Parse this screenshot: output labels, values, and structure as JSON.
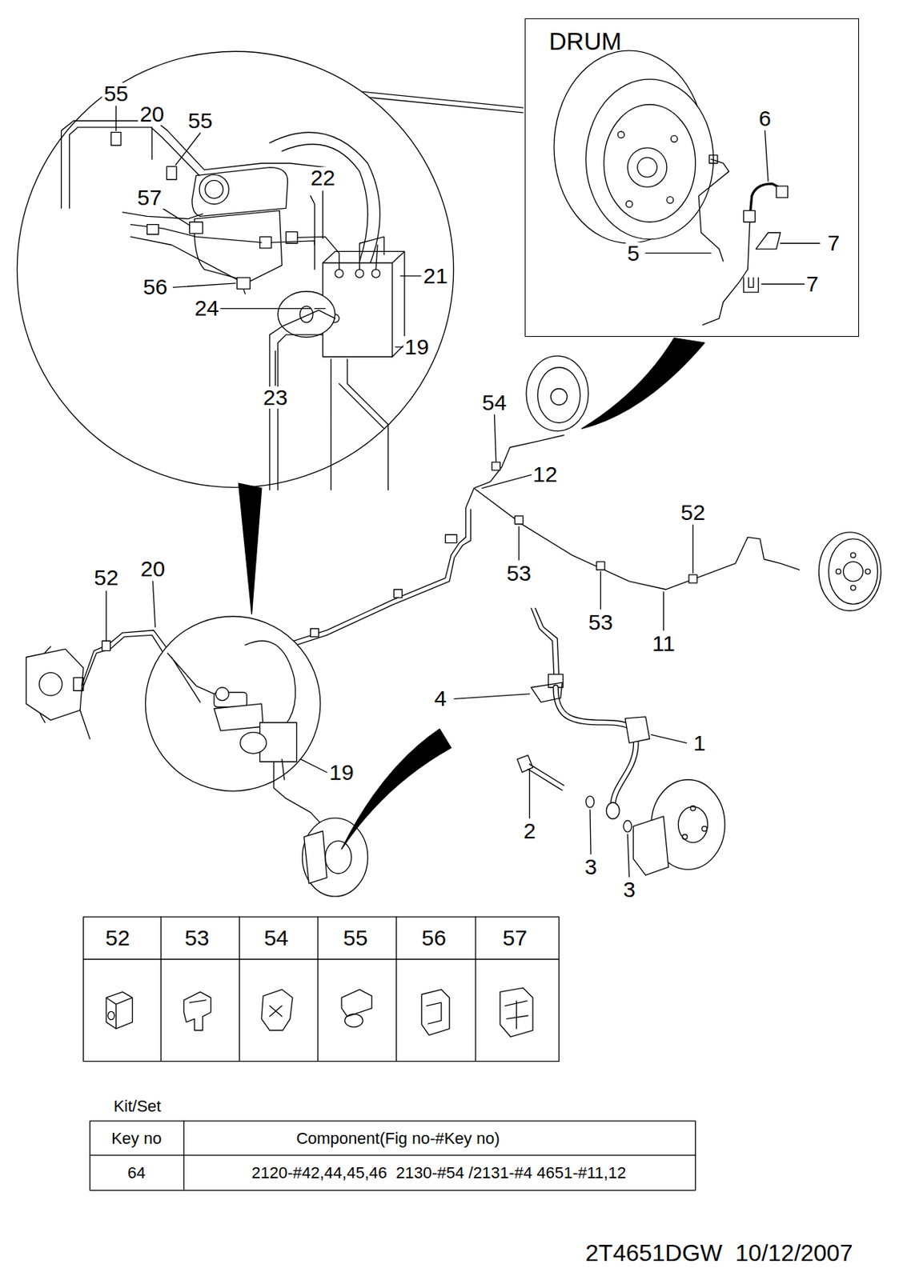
{
  "diagram": {
    "nodes": [
      {
        "text": [
          "DRUM"
        ]
      }
    ],
    "labels": [
      "55",
      "20",
      "55",
      "22",
      "57",
      "21",
      "56",
      "24",
      "19",
      "23",
      "6",
      "7",
      "5",
      "7",
      "54",
      "12",
      "52",
      "53",
      "53",
      "11",
      "52",
      "20",
      "4",
      "1",
      "19",
      "2",
      "3",
      "3",
      "52",
      "53",
      "54",
      "55",
      "56",
      "57",
      "Kit/Set",
      "Key no",
      "Component(Fig no-#Key no)",
      "64",
      "2120-#42,44,45,46  2130-#54 /2131-#4 4651-#11,12",
      "2T4651DGW  10/12/2007"
    ]
  }
}
